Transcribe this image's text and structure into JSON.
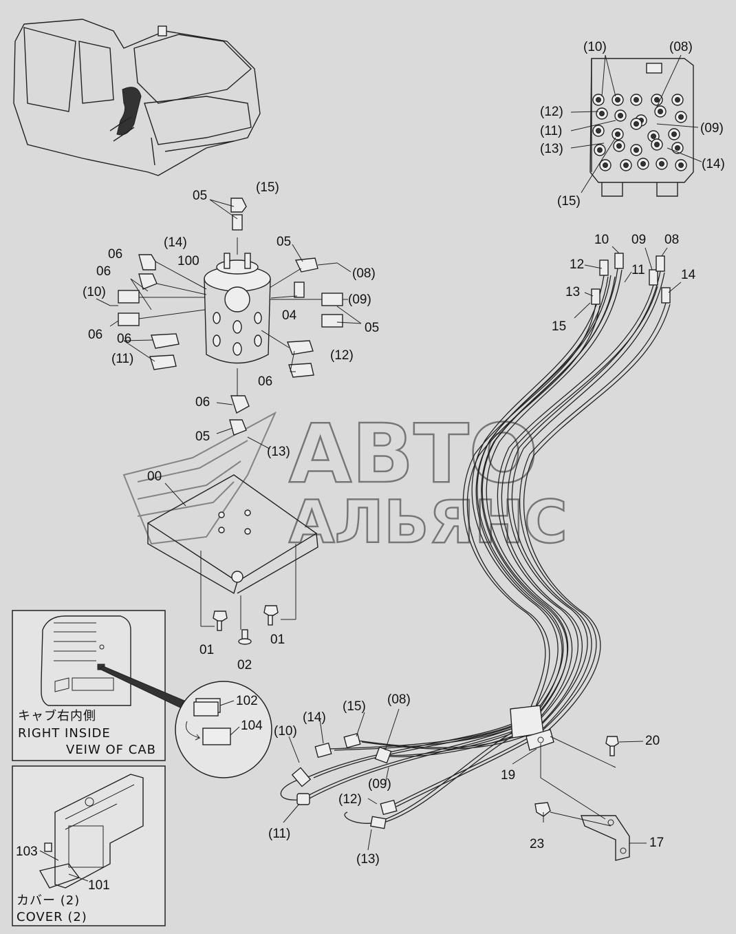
{
  "watermark": {
    "line1": "АВТО",
    "line2": "АЛЬЯНС"
  },
  "insets": {
    "cab": {
      "line_jp": "キャブ右内側",
      "line_en1": "RIGHT  INSIDE",
      "line_en2": "VEIW  OF  CAB"
    },
    "cover": {
      "line_jp": "カバー (2)",
      "line_en": "COVER (2)"
    }
  },
  "callouts": {
    "c05a": "05",
    "c15a": "(15)",
    "c06a": "06",
    "c14a": "(14)",
    "c100": "100",
    "c06b": "06",
    "c10a": "(10)",
    "c06c": "06",
    "c05b": "05",
    "c08a": "(08)",
    "c04": "04",
    "c09a": "(09)",
    "c05c": "05",
    "c06d": "06",
    "c11a": "(11)",
    "c12a": "(12)",
    "c06e": "06",
    "c06f": "06",
    "c05d": "05",
    "c13a": "(13)",
    "c00": "00",
    "c01a": "01",
    "c01b": "01",
    "c02": "02",
    "c102": "102",
    "c104": "104",
    "c103": "103",
    "c101": "101",
    "v10": "(10)",
    "v08": "(08)",
    "v12": "(12)",
    "v11": "(11)",
    "v09": "(09)",
    "v13": "(13)",
    "v14": "(14)",
    "v15": "(15)",
    "h10": "10",
    "h09": "09",
    "h08": "08",
    "h12": "12",
    "h11": "11",
    "h13": "13",
    "h14": "14",
    "h15": "15",
    "b15": "(15)",
    "b08": "(08)",
    "b14": "(14)",
    "b10": "(10)",
    "b09": "(09)",
    "b12": "(12)",
    "b11": "(11)",
    "b13": "(13)",
    "p20": "20",
    "p19": "19",
    "p23": "23",
    "p17": "17"
  }
}
